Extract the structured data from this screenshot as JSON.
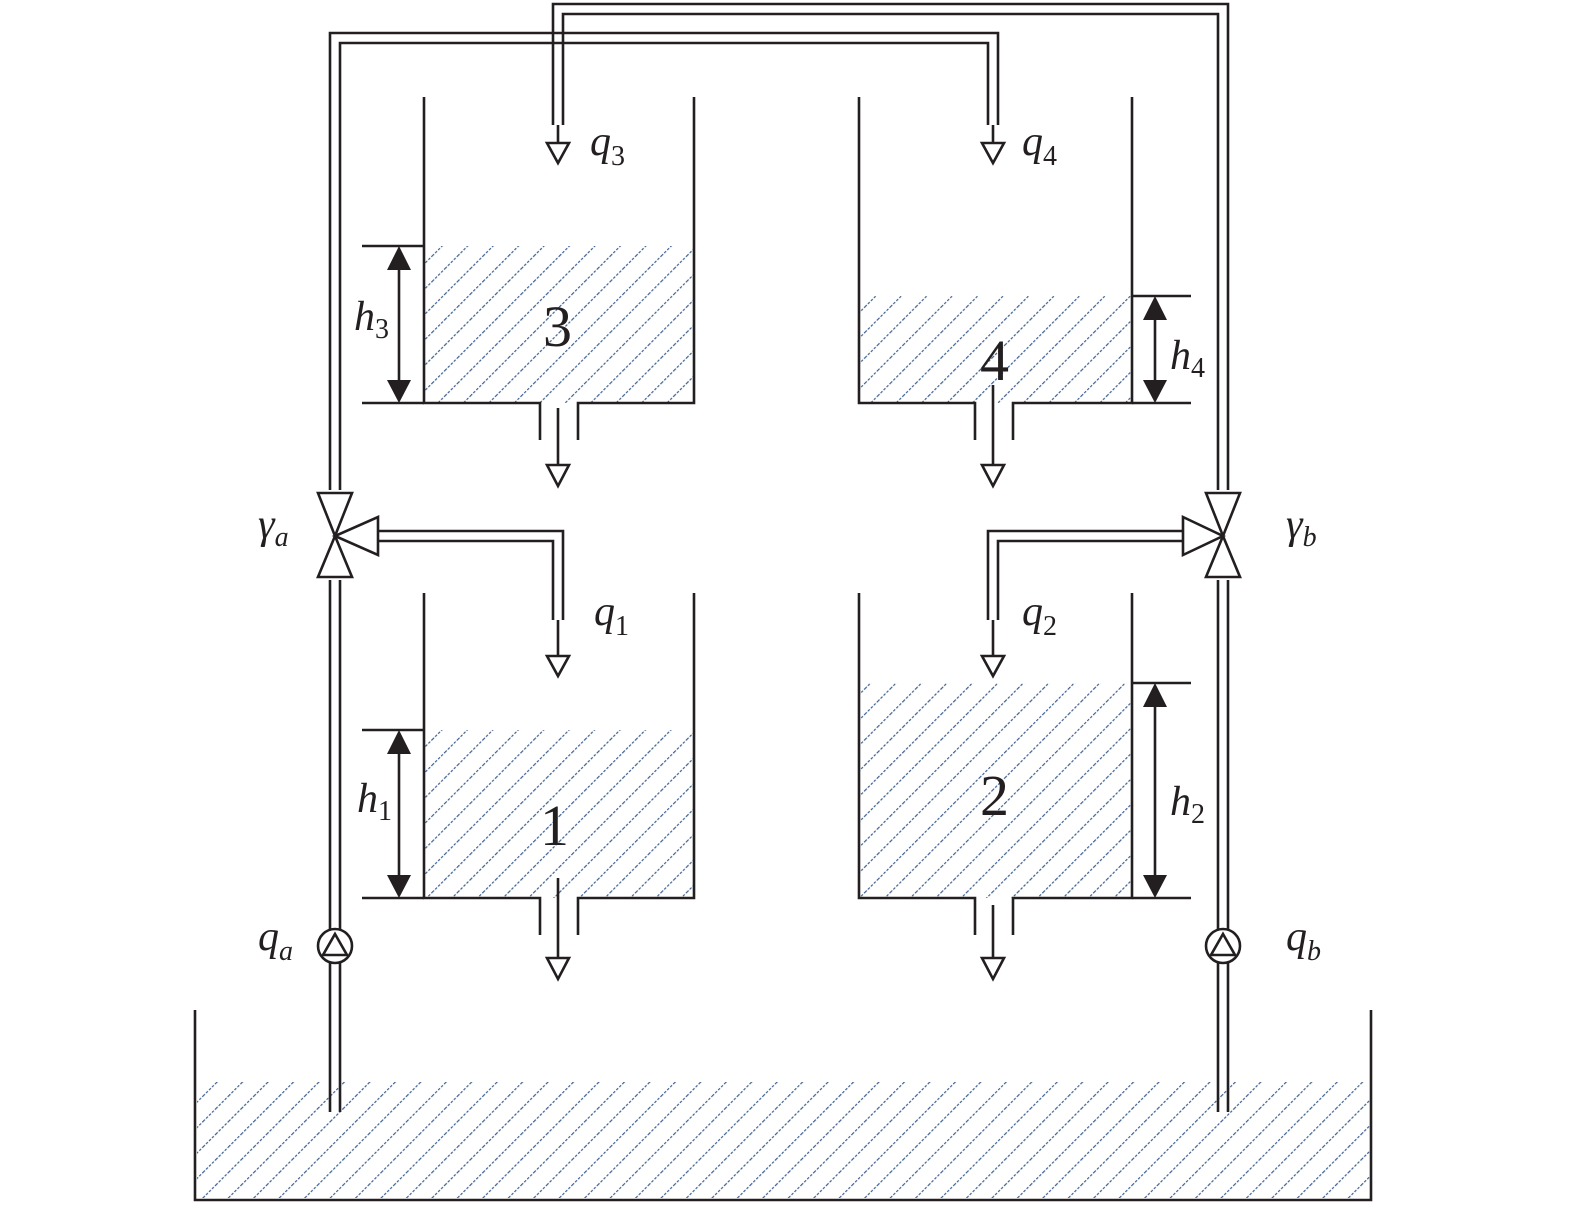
{
  "colors": {
    "line": "#231f20",
    "water_hatch": "#3d5f8f",
    "background": "#ffffff"
  },
  "tanks": [
    {
      "id": "1",
      "label": "1",
      "level_label": "h",
      "level_sub": "1",
      "inflow_label": "q",
      "inflow_sub": "1"
    },
    {
      "id": "2",
      "label": "2",
      "level_label": "h",
      "level_sub": "2",
      "inflow_label": "q",
      "inflow_sub": "2"
    },
    {
      "id": "3",
      "label": "3",
      "level_label": "h",
      "level_sub": "3",
      "inflow_label": "q",
      "inflow_sub": "3"
    },
    {
      "id": "4",
      "label": "4",
      "level_label": "h",
      "level_sub": "4",
      "inflow_label": "q",
      "inflow_sub": "4"
    }
  ],
  "valves": [
    {
      "id": "a",
      "label": "γ",
      "sub": "a"
    },
    {
      "id": "b",
      "label": "γ",
      "sub": "b"
    }
  ],
  "pumps": [
    {
      "id": "a",
      "label": "q",
      "sub": "a"
    },
    {
      "id": "b",
      "label": "q",
      "sub": "b"
    }
  ]
}
